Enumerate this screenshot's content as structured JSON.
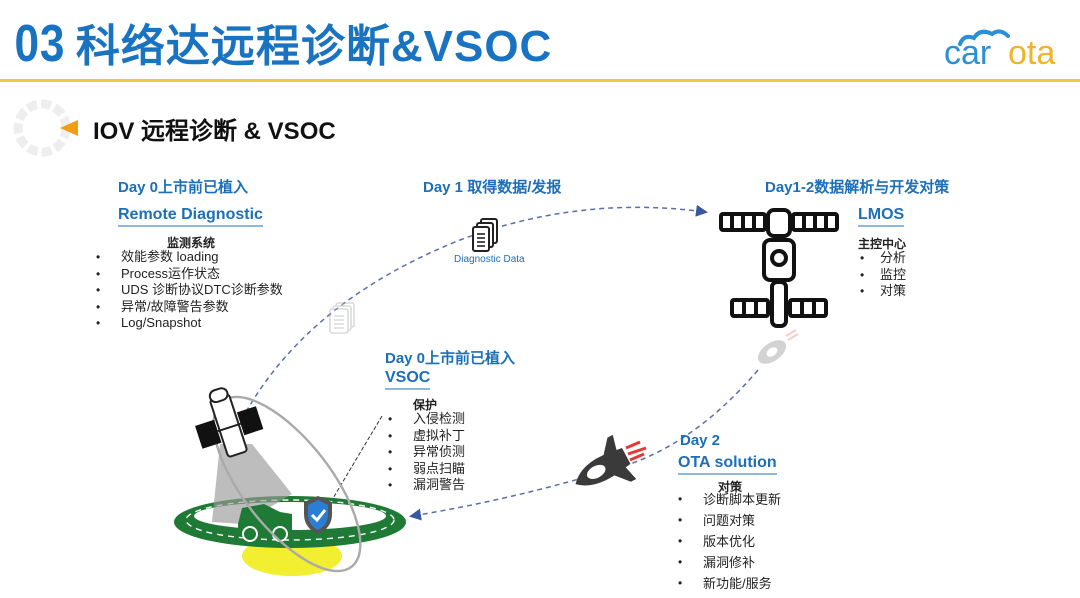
{
  "header": {
    "number": "03",
    "title": "科络达远程诊断&VSOC",
    "logo_text_blue": "car",
    "logo_text_yellow": "ota",
    "brand_blue": "#1a73c0",
    "brand_yellow": "#f0b429",
    "rule_color": "#f0c840"
  },
  "section": {
    "title": "IOV 远程诊断 & VSOC",
    "marker_color": "#f39c12"
  },
  "stages": {
    "day0_remote": {
      "heading": "Day 0上市前已植入",
      "subtitle": "Remote Diagnostic",
      "label": "监测系统",
      "items": [
        "效能参数 loading",
        "Process运作状态",
        "UDS 诊断协议DTC诊断参数",
        "异常/故障警告参数",
        "Log/Snapshot"
      ]
    },
    "day1": {
      "heading": "Day 1 取得数据/发报",
      "data_label": "Diagnostic Data"
    },
    "day12": {
      "heading": "Day1-2数据解析与开发对策",
      "subtitle": "LMOS",
      "label": "主控中心",
      "items": [
        "分析",
        "监控",
        "对策"
      ]
    },
    "day0_vsoc": {
      "heading": "Day 0上市前已植入",
      "subtitle": "VSOC",
      "label": "保护",
      "items": [
        "入侵检测",
        "虚拟补丁",
        "异常侦测",
        "弱点扫瞄",
        "漏洞警告"
      ]
    },
    "day2": {
      "heading": "Day 2",
      "subtitle": "OTA solution",
      "label": "对策",
      "items": [
        "诊断脚本更新",
        "问题对策",
        "版本优化",
        "漏洞修补",
        "新功能/服务"
      ]
    }
  },
  "colors": {
    "heading_blue": "#1c6fb8",
    "arrow_dash": "#5a6fa8",
    "road_green": "#1e7a34",
    "glow_yellow": "#f2ee30",
    "shield_blue": "#2a7fd4",
    "rocket_flame": "#e53935"
  }
}
